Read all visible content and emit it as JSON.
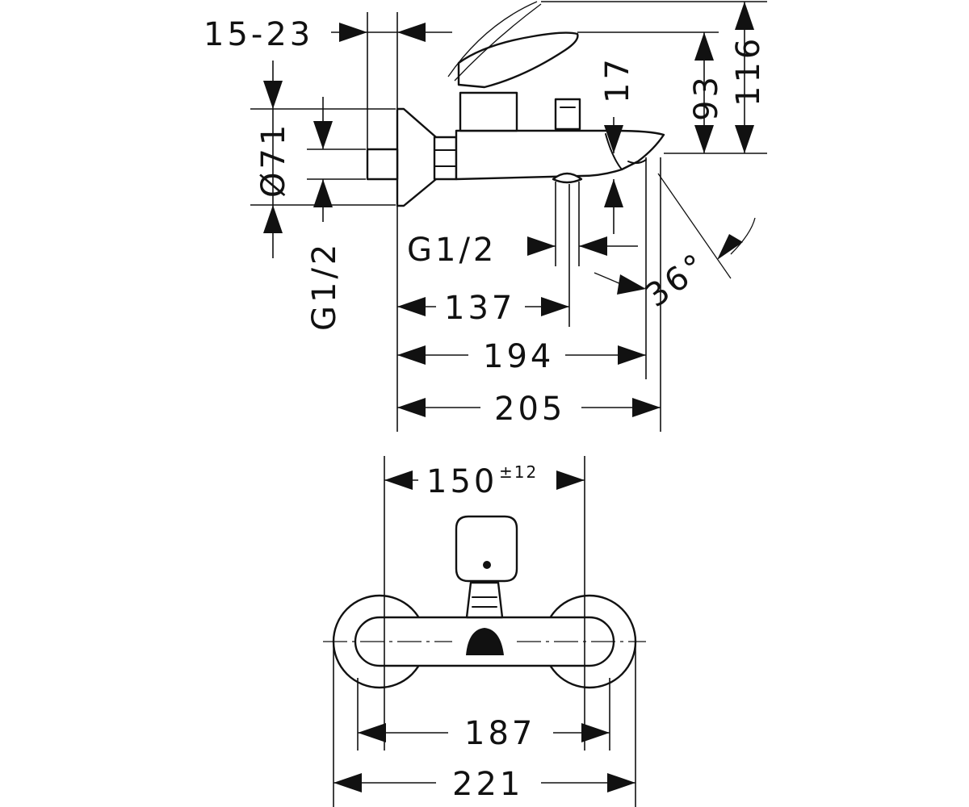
{
  "side_view": {
    "dims": {
      "d_15_23": "15-23",
      "d_phi71": "Ø71",
      "d_g12_v": "G1/2",
      "d_17": "17",
      "d_93": "93",
      "d_116": "116",
      "d_g12_h": "G1/2",
      "d_36": "36°",
      "d_137": "137",
      "d_194": "194",
      "d_205": "205"
    }
  },
  "front_view": {
    "dims": {
      "d_150": "150",
      "d_150_tol": "±12",
      "d_187": "187",
      "d_221": "221"
    }
  }
}
